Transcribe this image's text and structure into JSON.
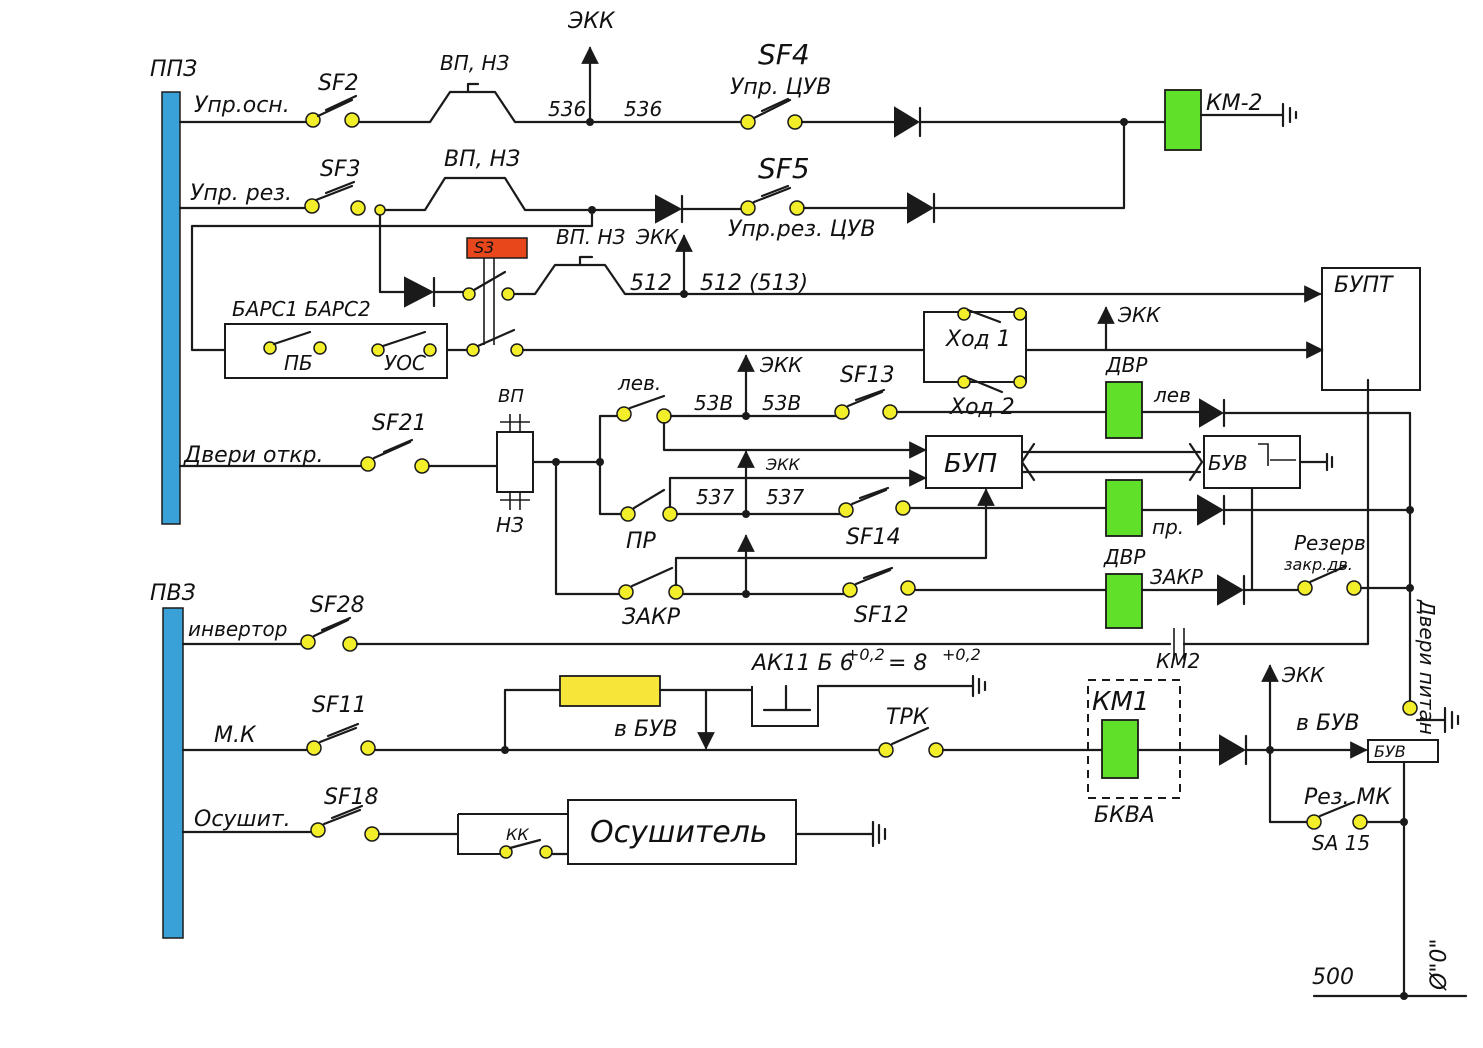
{
  "labels": {
    "ppz": "ППЗ",
    "pvz": "ПВЗ",
    "ekk_top": "ЭКК",
    "upr_osn": "Упр.осн.",
    "sf2": "SF2",
    "vp_nz_1": "ВП, НЗ",
    "n536a": "536",
    "n536b": "536",
    "sf4": "SF4",
    "upr_cuv": "Упр. ЦУВ",
    "km2": "КМ-2",
    "upr_rez": "Упр. рез.",
    "sf3": "SF3",
    "vp_nz_2": "ВП, НЗ",
    "sf5": "SF5",
    "upr_rez_cuv": "Упр.рез. ЦУВ",
    "s3": "S3",
    "vp_nz_3": "ВП. НЗ",
    "ekk_2": "ЭКК",
    "n512": "512",
    "n512_513": "512 (513)",
    "bupt": "БУПТ",
    "bars": "БАРС1 БАРС2",
    "pb": "ПБ",
    "uos": "УОС",
    "ekk_3": "ЭКК",
    "hod1": "Ход 1",
    "hod2": "Ход 2",
    "lev_sw": "лев.",
    "ekk_4": "ЭКК",
    "sf13": "SF13",
    "n53v_a": "53В",
    "n53v_b": "53В",
    "dvr_1": "ДВР",
    "lev_d": "лев",
    "vp": "ВП",
    "nz": "НЗ",
    "sf21": "SF21",
    "dveri_otkr": "Двери откр.",
    "ekk_5": "ЭКК",
    "bup": "БУП",
    "buv_1": "БУВ",
    "pr_sw": "ПР",
    "n537_a": "537",
    "n537_b": "537",
    "sf14": "SF14",
    "pr_d": "пр.",
    "dvr_2": "ДВР",
    "zakr_d": "ЗАКР",
    "rezerv": "Резерв",
    "zakr_dv": "закр.дв.",
    "zakr_sw": "ЗАКР",
    "sf12": "SF12",
    "dveri_pitan": "Двери питан",
    "invertor": "инвертор",
    "sf28": "SF28",
    "km2_contact": "КМ2",
    "ak11": "АК11 Б 6",
    "ak11_sup1": "+0,2",
    "ak11_mid": "= 8",
    "ak11_sup2": "+0,2",
    "v_buv_1": "в БУВ",
    "mk": "М.К",
    "sf11": "SF11",
    "trk": "ТРК",
    "km1": "КМ1",
    "bkva": "БКВА",
    "ekk_6": "ЭКК",
    "v_buv_2": "в БУВ",
    "buv_2": "БУВ",
    "osushit": "Осушит.",
    "sf18": "SF18",
    "kk": "КК",
    "osushitel": "Осушитель",
    "rez_mk": "Рез. МК",
    "sa15": "SA 15",
    "n500": "500",
    "zero": "Ø\"0\""
  },
  "colors": {
    "bus": "#3aa0d8",
    "terminal": "#f2ee2a",
    "coil": "#5fe12a",
    "s3_relay": "#e8471c",
    "yellow_resistor": "#f7e53a"
  }
}
